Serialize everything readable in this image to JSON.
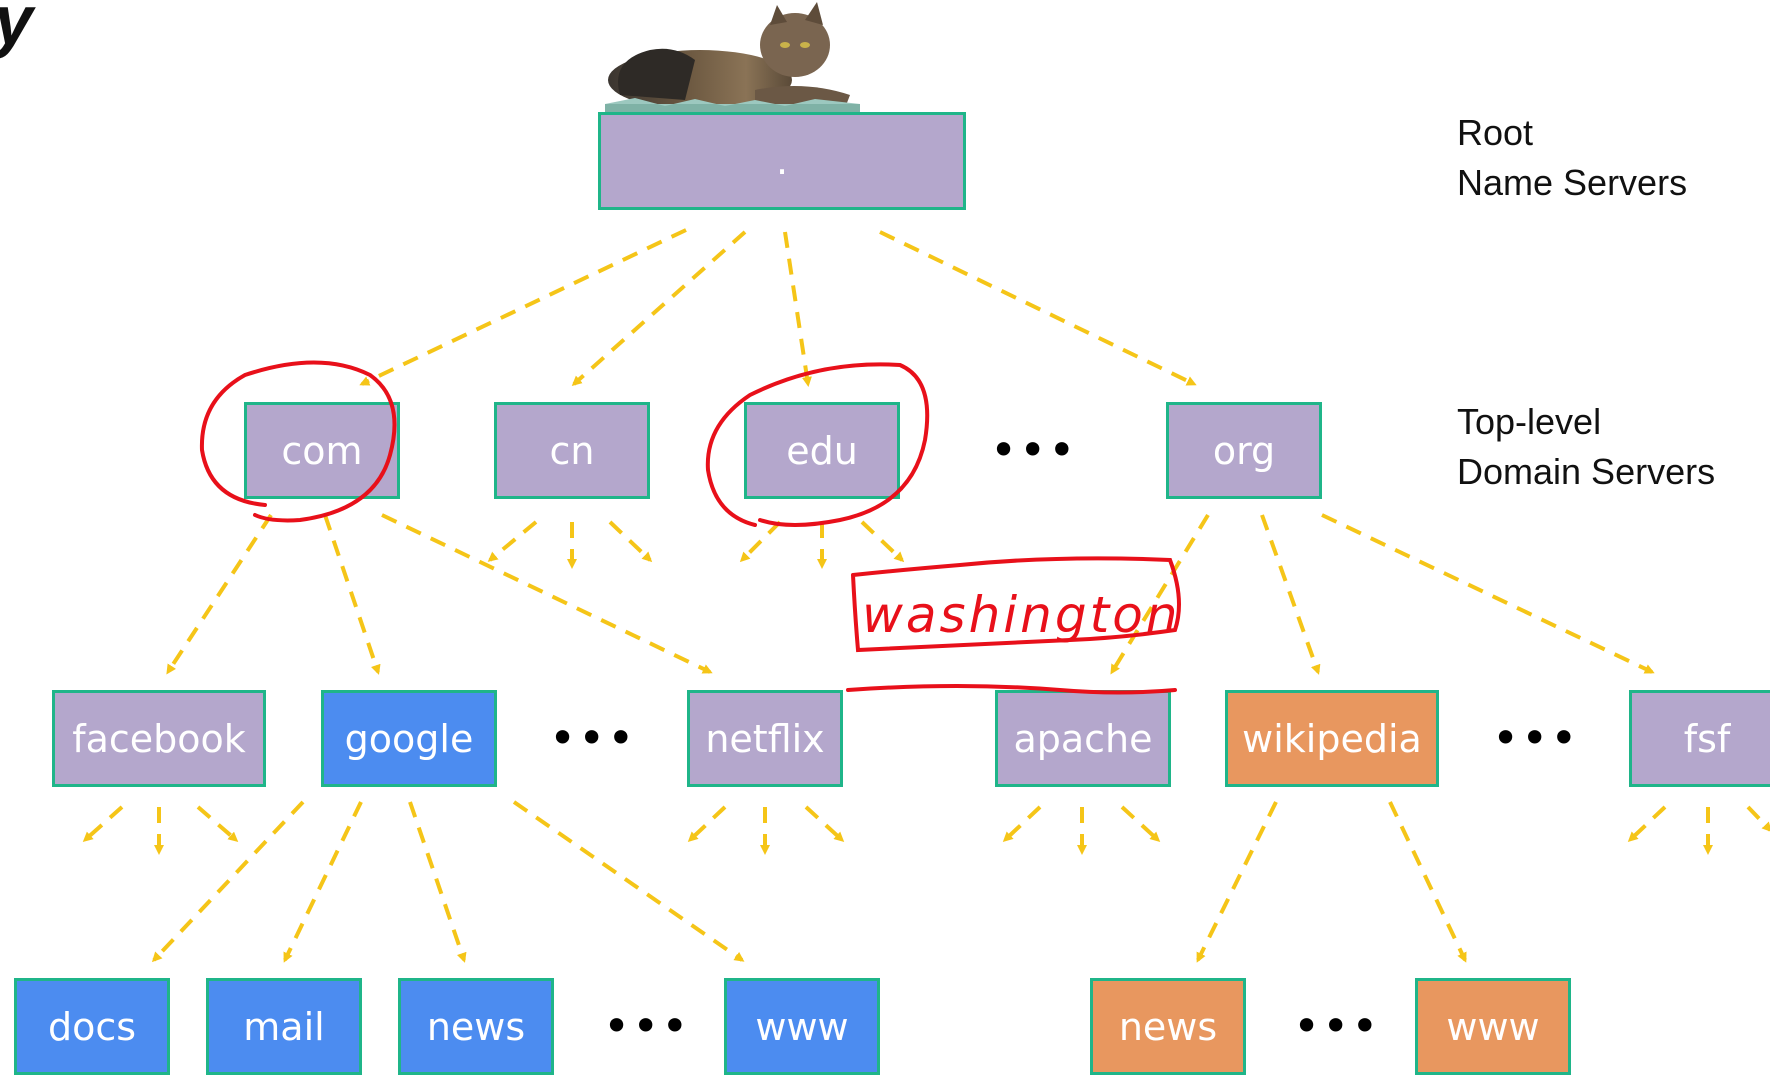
{
  "heading_fragment": "y",
  "tiers": {
    "root_line1": "Root",
    "root_line2": "Name Servers",
    "tld_line1": "Top-level",
    "tld_line2": "Domain Servers"
  },
  "nodes": {
    "root": ".",
    "com": "com",
    "cn": "cn",
    "edu": "edu",
    "org": "org",
    "facebook": "facebook",
    "google": "google",
    "netflix": "netflix",
    "apache": "apache",
    "wikipedia": "wikipedia",
    "fsf": "fsf",
    "docs": "docs",
    "mail": "mail",
    "google_news": "news",
    "google_www": "www",
    "wiki_news": "news",
    "wiki_www": "www"
  },
  "ellipsis": "•••",
  "annotation": "washington",
  "colors": {
    "purple": "#b4a7cc",
    "blue": "#4c8cf0",
    "orange": "#e8975f",
    "border": "#1fb589",
    "arrow": "#f5c518",
    "ink": "#e8101a"
  }
}
